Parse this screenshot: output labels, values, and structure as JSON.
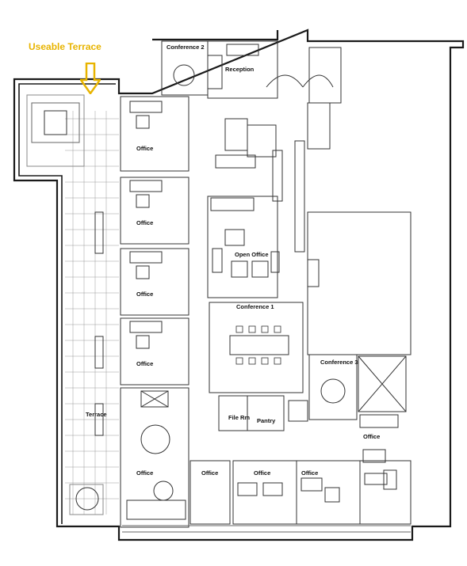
{
  "callout": {
    "text": "Useable Terrace",
    "color": "#e8b400"
  },
  "colors": {
    "wall": "#1a1a1a",
    "line": "#333333",
    "paper": "#ffffff"
  },
  "rooms": {
    "conference_2": "Conference 2",
    "reception": "Reception",
    "office_1": "Office",
    "office_2": "Office",
    "office_3": "Office",
    "office_4": "Office",
    "open_office": "Open Office",
    "conference_1": "Conference 1",
    "conference_3": "Conference 3",
    "terrace": "Terrace",
    "file_room": "File Rm",
    "pantry": "Pantry",
    "office_east": "Office",
    "office_bottom_1": "Office",
    "office_bottom_2": "Office",
    "office_bottom_3": "Office",
    "office_bottom_4": "Office"
  }
}
